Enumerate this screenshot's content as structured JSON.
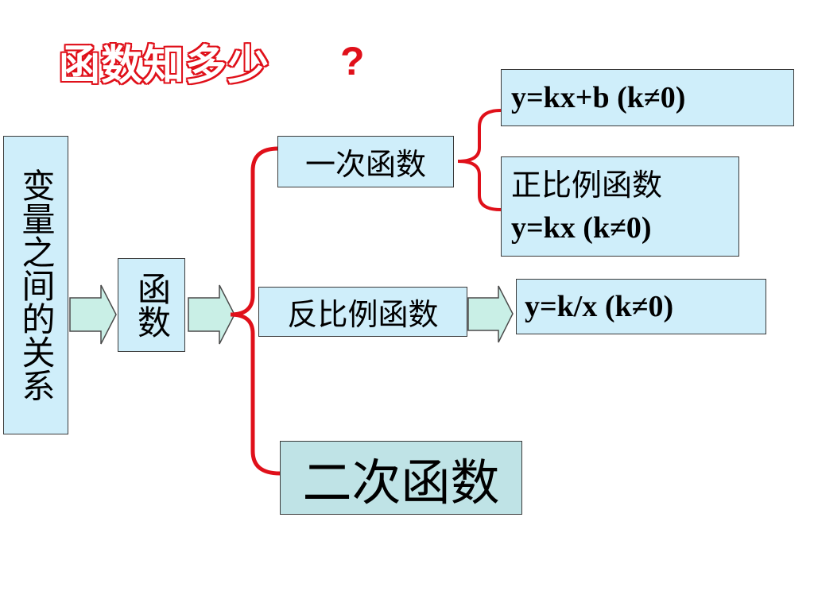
{
  "title": {
    "text": "函数知多少",
    "mark": "?"
  },
  "nodes": {
    "variables_relation": "变量之间的关系",
    "function": "函数",
    "linear_function": "一次函数",
    "linear_formula": "y=kx+b (k≠0)",
    "proportional_function": "正比例函数",
    "proportional_formula": "y=kx (k≠0)",
    "inverse_proportional_function": "反比例函数",
    "inverse_formula": "y=k/x (k≠0)",
    "quadratic_function": "二次函数"
  },
  "colors": {
    "box_fill": "#cfeefa",
    "quadratic_fill": "#bfe3e6",
    "brace": "#e0101a",
    "arrow_fill": "#c9efe6",
    "title_outline": "#e0101a"
  }
}
